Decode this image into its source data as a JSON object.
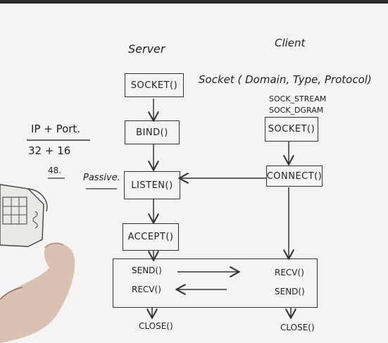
{
  "columns": {
    "server": "Server",
    "client": "Client"
  },
  "socket_signature": "Socket ( Domain, Type, Protocol)",
  "socket_types": [
    "SOCK_STREAM",
    "SOCK_DGRAM"
  ],
  "server_steps": {
    "socket": "SOCKET()",
    "bind": "BIND()",
    "listen": "LISTEN()",
    "accept": "ACCEPT()"
  },
  "client_steps": {
    "socket": "SOCKET()",
    "connect": "CONNECT()"
  },
  "exchange": {
    "server_send": "SEND()",
    "server_recv": "RECV()",
    "client_recv": "RECV()",
    "client_send": "SEND()"
  },
  "close": {
    "server": "CLOSE()",
    "client": "CLOSE()"
  },
  "notes": {
    "ip_port": "IP + Port.",
    "bits": "32 + 16",
    "total": "48.",
    "passive": "Passive."
  }
}
